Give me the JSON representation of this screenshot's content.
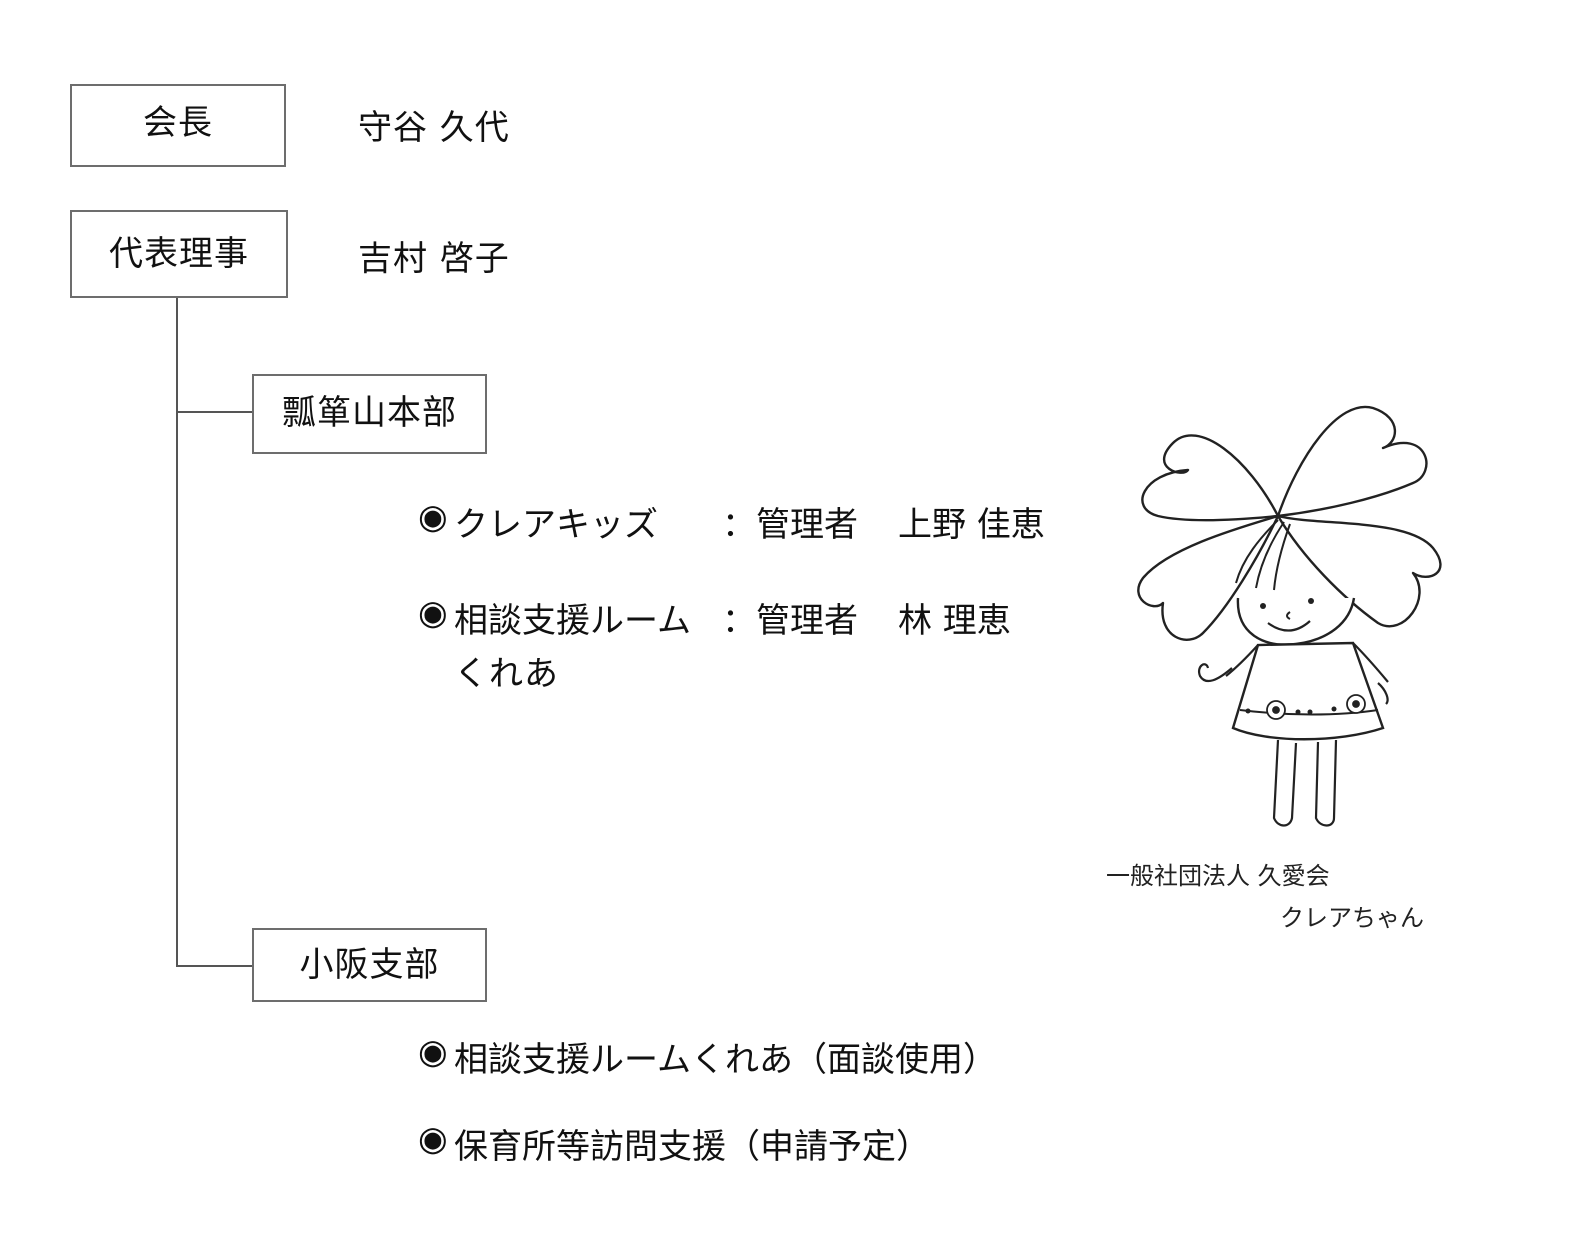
{
  "chairman": {
    "title": "会長",
    "name": "守谷 久代"
  },
  "representative": {
    "title": "代表理事",
    "name": "吉村 啓子"
  },
  "hyotanyama": {
    "title": "瓢箪山本部",
    "items": [
      {
        "bullet": "◉",
        "service": "クレアキッズ",
        "role": "：管理者",
        "manager": "上野 佳恵"
      },
      {
        "bullet": "◉",
        "service": "相談支援ルーム",
        "service_line2": "くれあ",
        "role": "：管理者",
        "manager": "林 理恵"
      }
    ]
  },
  "osaka": {
    "title": "小阪支部",
    "items": [
      {
        "bullet": "◉",
        "service": "相談支援ルームくれあ（面談使用）"
      },
      {
        "bullet": "◉",
        "service": "保育所等訪問支援（申請予定）"
      }
    ]
  },
  "mascot": {
    "icon": "clover-girl-mascot",
    "org": "一般社団法人 久愛会",
    "name": "クレアちゃん"
  }
}
